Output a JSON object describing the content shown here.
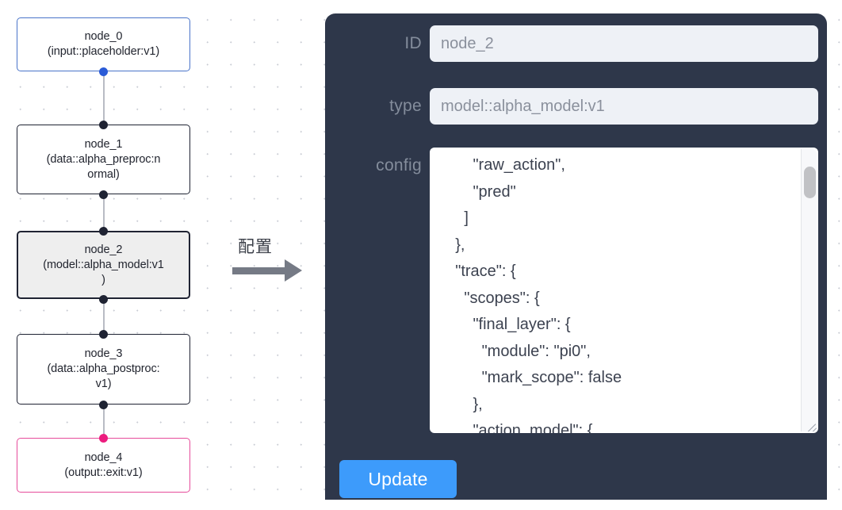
{
  "graph": {
    "nodes": [
      {
        "id": "node_0",
        "label": "node_0\n(input::placeholder:v1)",
        "type": "input::placeholder:v1",
        "border_color": "#4a74c9",
        "selected": false
      },
      {
        "id": "node_1",
        "label": "node_1\n(data::alpha_preproc:n\normal)",
        "type": "data::alpha_preproc:normal",
        "border_color": "#1f2333",
        "selected": false
      },
      {
        "id": "node_2",
        "label": "node_2\n(model::alpha_model:v1\n)",
        "type": "model::alpha_model:v1",
        "border_color": "#1f2333",
        "selected": true
      },
      {
        "id": "node_3",
        "label": "node_3\n(data::alpha_postproc:\nv1)",
        "type": "data::alpha_postproc:v1",
        "border_color": "#1f2333",
        "selected": false
      },
      {
        "id": "node_4",
        "label": "node_4\n(output::exit:v1)",
        "type": "output::exit:v1",
        "border_color": "#e64c9b",
        "selected": false
      }
    ],
    "edges": [
      {
        "from": "node_0",
        "to": "node_1"
      },
      {
        "from": "node_1",
        "to": "node_2"
      },
      {
        "from": "node_2",
        "to": "node_3"
      },
      {
        "from": "node_3",
        "to": "node_4"
      }
    ]
  },
  "arrow": {
    "caption": "配置",
    "color": "#757a85"
  },
  "panel": {
    "background": "#2e374a",
    "fields": [
      {
        "label": "ID",
        "value": "node_2"
      },
      {
        "label": "type",
        "value": "model::alpha_model:v1"
      },
      {
        "label": "config",
        "value": ""
      }
    ],
    "id": {
      "label": "ID",
      "value": "node_2"
    },
    "type": {
      "label": "type",
      "value": "model::alpha_model:v1"
    },
    "config": {
      "label": "config",
      "value": "        \"raw_action\",\n        \"pred\"\n      ]\n    },\n    \"trace\": {\n      \"scopes\": {\n        \"final_layer\": {\n          \"module\": \"pi0\",\n          \"mark_scope\": false\n        },\n        \"action_model\": {"
    },
    "update_button": {
      "label": "Update",
      "color": "#3d9bfb"
    }
  }
}
